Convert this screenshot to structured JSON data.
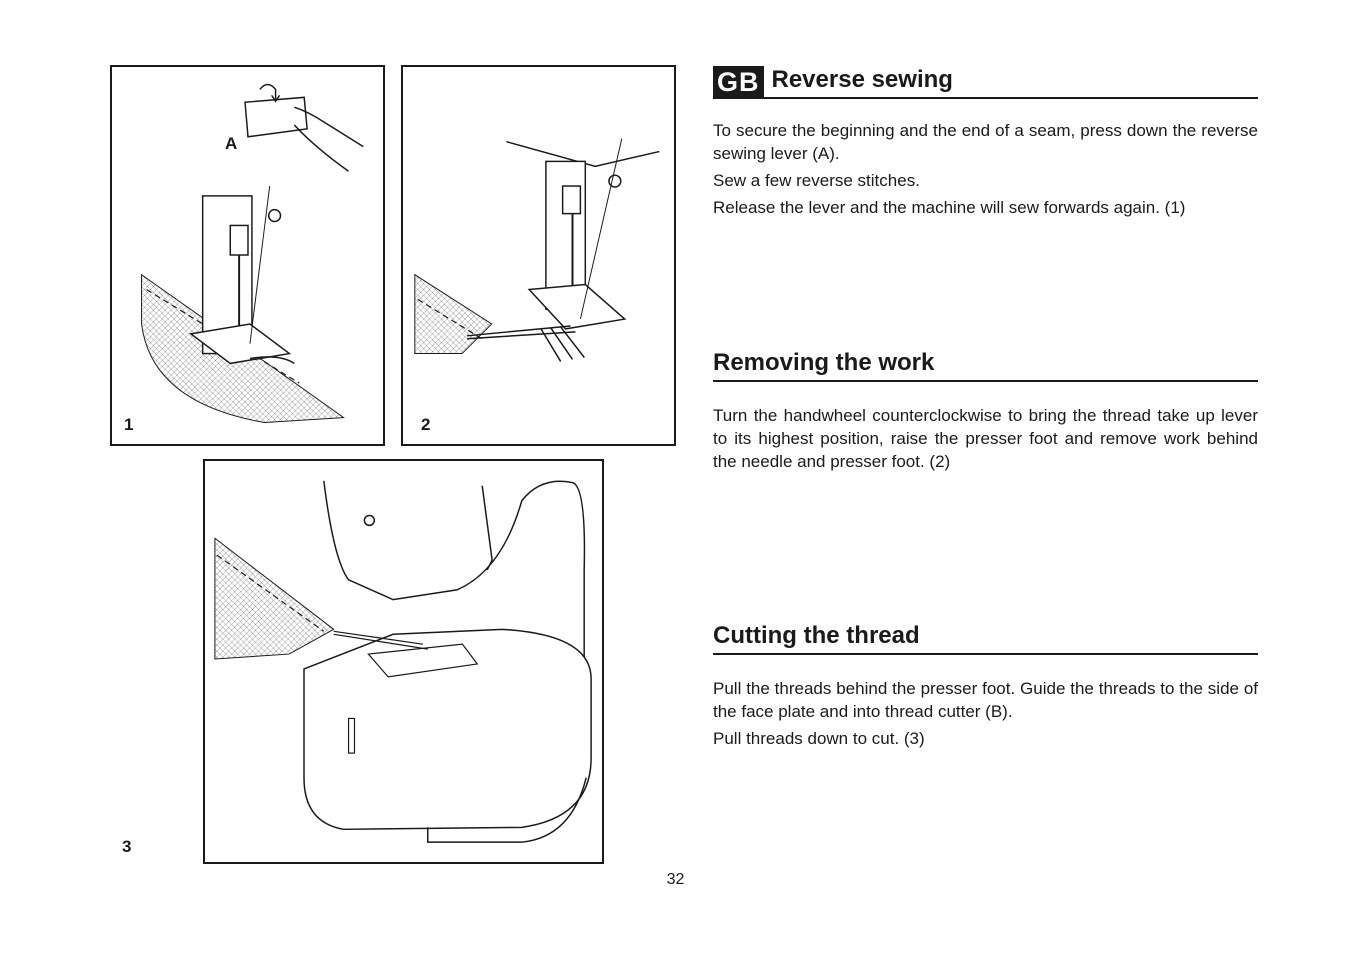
{
  "figures": {
    "fig1": {
      "number": "1",
      "callout": "A"
    },
    "fig2": {
      "number": "2"
    },
    "fig3": {
      "number": "3"
    }
  },
  "sections": {
    "reverse_sewing": {
      "lang_badge": "GB",
      "title": "Reverse sewing",
      "paragraphs": [
        "To secure the beginning and the end of a seam, press down the reverse sewing lever (A).",
        "Sew a few reverse stitches.",
        "Release the lever and the machine will sew forwards again. (1)"
      ]
    },
    "removing_work": {
      "title": "Removing the work",
      "paragraphs": [
        "Turn the handwheel counterclockwise to bring the thread take up lever to its highest position, raise the presser foot and remove work behind  the needle and presser foot. (2)"
      ]
    },
    "cutting_thread": {
      "title": "Cutting the thread",
      "paragraphs": [
        "Pull the threads behind the presser foot. Guide the threads to the side of the face plate and into thread cutter (B).",
        "Pull threads down to cut. (3)"
      ]
    }
  },
  "page_number": "32",
  "colors": {
    "ink": "#1a1a1a",
    "paper": "#ffffff"
  }
}
